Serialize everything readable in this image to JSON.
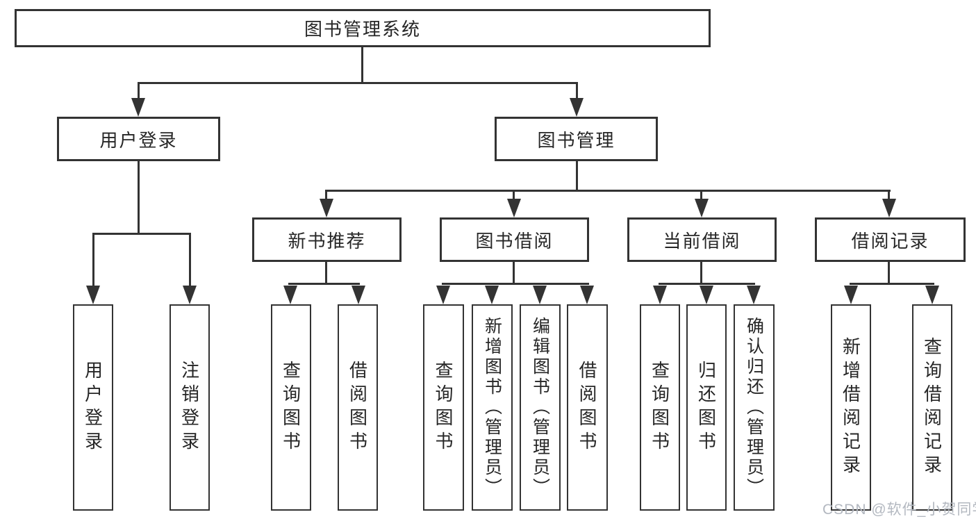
{
  "colors": {
    "line": "#333333",
    "node_border": "#333333",
    "node_background": "#ffffff",
    "text": "#262626",
    "watermark": "#b3b8c0",
    "background": "#ffffff"
  },
  "diagram": {
    "type": "tree",
    "root": {
      "label": "图书管理系统"
    },
    "branches": [
      {
        "label": "用户登录",
        "children": [
          {
            "label": "用户登录"
          },
          {
            "label": "注销登录"
          }
        ]
      },
      {
        "label": "图书管理",
        "children": [
          {
            "label": "新书推荐",
            "children": [
              {
                "label": "查询图书"
              },
              {
                "label": "借阅图书"
              }
            ]
          },
          {
            "label": "图书借阅",
            "children": [
              {
                "label": "查询图书"
              },
              {
                "label": "新增图书（管理员）"
              },
              {
                "label": "编辑图书（管理员）"
              },
              {
                "label": "借阅图书"
              }
            ]
          },
          {
            "label": "当前借阅",
            "children": [
              {
                "label": "查询图书"
              },
              {
                "label": "归还图书"
              },
              {
                "label": "确认归还（管理员）"
              }
            ]
          },
          {
            "label": "借阅记录",
            "children": [
              {
                "label": "新增借阅记录"
              },
              {
                "label": "查询借阅记录"
              }
            ]
          }
        ]
      }
    ]
  },
  "watermark": {
    "text": "CSDN @软件_小贺同学"
  }
}
